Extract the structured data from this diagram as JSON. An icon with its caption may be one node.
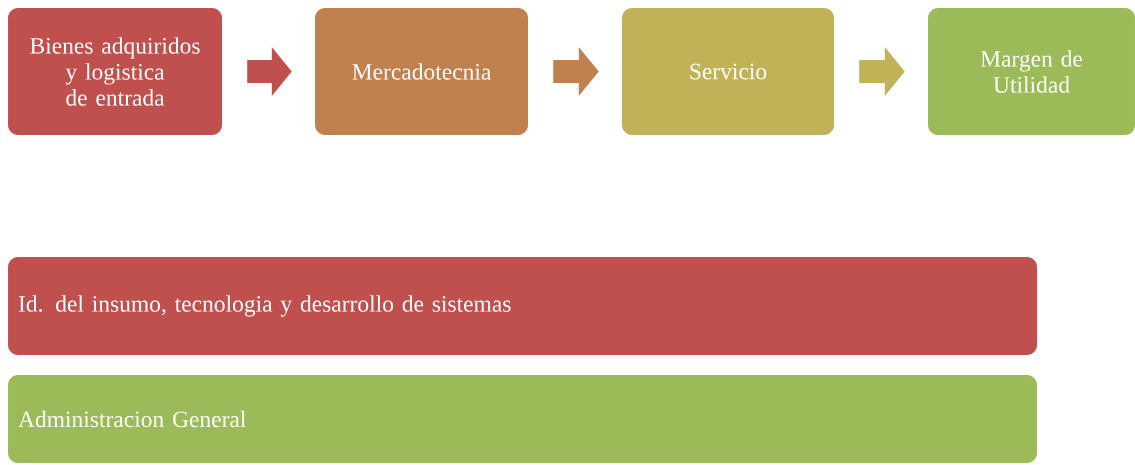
{
  "diagram": {
    "nodes": [
      {
        "text": [
          "Bienes adquiridos y logistica de entrada"
        ]
      },
      {
        "text": [
          "Mercadotecnia"
        ]
      },
      {
        "text": [
          "Servicio"
        ]
      },
      {
        "text": [
          "Margen de Utilidad"
        ]
      },
      {
        "text": [
          "Id. del insumo, tecnologia y desarrollo de sistemas"
        ]
      },
      {
        "text": [
          "Administracion General"
        ]
      }
    ],
    "edges": [
      {
        "from": 0,
        "to": 1,
        "arrow": "to",
        "color": "#c0504d"
      },
      {
        "from": 1,
        "to": 2,
        "arrow": "to",
        "color": "#c0814f"
      },
      {
        "from": 2,
        "to": 3,
        "arrow": "to",
        "color": "#c1b157"
      }
    ]
  }
}
